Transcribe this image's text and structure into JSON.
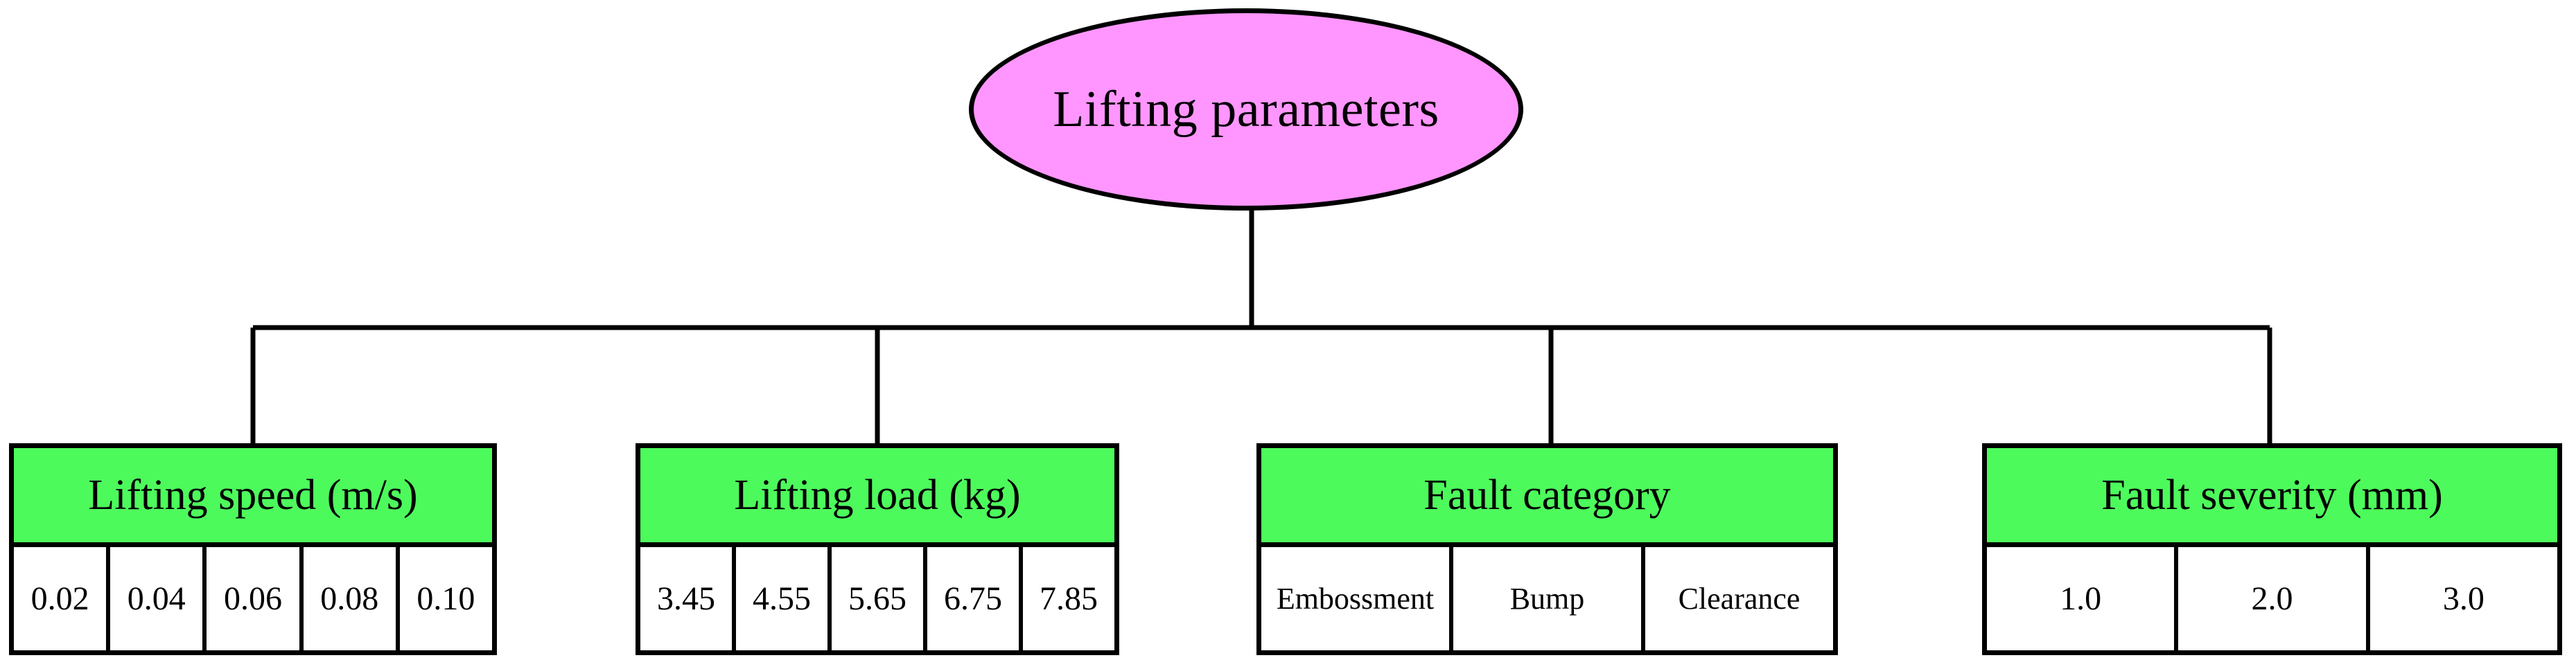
{
  "diagram": {
    "title": "Lifting parameters",
    "colors": {
      "root_fill": "#ff96ff",
      "group_header_fill": "#4dfa5c",
      "cell_fill": "#ffffff",
      "stroke": "#000000",
      "background": "#ffffff"
    },
    "root": {
      "label": "Lifting parameters",
      "shape": "ellipse"
    },
    "groups": [
      {
        "header": "Lifting speed (m/s)",
        "values": [
          "0.02",
          "0.04",
          "0.06",
          "0.08",
          "0.10"
        ]
      },
      {
        "header": "Lifting load (kg)",
        "values": [
          "3.45",
          "4.55",
          "5.65",
          "6.75",
          "7.85"
        ]
      },
      {
        "header": "Fault category",
        "values": [
          "Embossment",
          "Bump",
          "Clearance"
        ]
      },
      {
        "header": "Fault severity (mm)",
        "values": [
          "1.0",
          "2.0",
          "3.0"
        ]
      }
    ]
  }
}
